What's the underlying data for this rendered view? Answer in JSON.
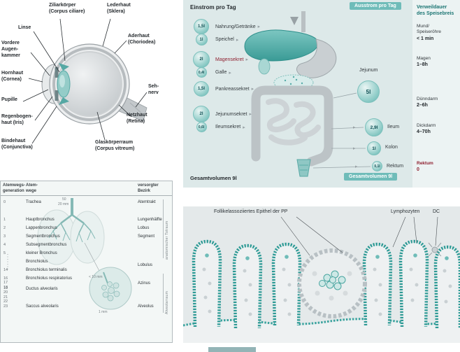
{
  "icons": {
    "arrow_right": "▸"
  },
  "eye": {
    "labels": {
      "linse": "Linse",
      "ziliarkoerper": "Ziliarkörper\n(Corpus ciliare)",
      "lederhaut": "Lederhaut\n(Sklera)",
      "aderhaut": "Aderhaut\n(Choriodea)",
      "vordere_augenkammer": "Vordere\nAugen-\nkammer",
      "hornhaut": "Hornhaut\n(Cornea)",
      "pupille": "Pupille",
      "sehnerv": "Seh-\nnerv",
      "regenbogenhaut": "Regenbogen-\nhaut (Iris)",
      "netzhaut": "Netzhaut\n(Retina)",
      "bindehaut": "Bindehaut\n(Conjunctiva)",
      "glaskoerperraum": "Glaskörperraum\n(Corpus vitreum)"
    }
  },
  "digestion": {
    "einstrom_header": "Einstrom pro Tag",
    "ausstrom_header": "Ausstrom pro Tag",
    "verweildauer_header": "Verweildauer\ndes Speisebreis",
    "inflow": [
      {
        "value": "1,5l",
        "label": "Nahrung/Getränke"
      },
      {
        "value": "1l",
        "label": "Speichel"
      },
      {
        "value": "2l",
        "label": "Magensekret"
      },
      {
        "value": "0,4l",
        "label": "Galle"
      },
      {
        "value": "1,5l",
        "label": "Pankreassekret"
      },
      {
        "value": "2l",
        "label": "Jejunumsekret"
      },
      {
        "value": "0,6l",
        "label": "Ileumsekret"
      }
    ],
    "gesamt_left": "Gesamtvolumen 9l",
    "outflow": [
      {
        "label": "Jejunum",
        "value": "5l"
      },
      {
        "label": "Ileum",
        "value": "2,9l"
      },
      {
        "label": "Kolon",
        "value": "1l"
      },
      {
        "label": "Rektum",
        "value": "0,1l"
      }
    ],
    "gesamt_right": "Gesamtvolumen 9l",
    "residence": [
      {
        "organ": "Mund/\nSpeiseröhre",
        "time": "< 1 min"
      },
      {
        "organ": "Magen",
        "time": "1–8h"
      },
      {
        "organ": "Dünndarm",
        "time": "2–6h"
      },
      {
        "organ": "Dickdarm",
        "time": "4–70h"
      },
      {
        "organ": "Rektum",
        "time": "0"
      }
    ]
  },
  "airways": {
    "col_generation": "Atemwegs-\ngeneration",
    "col_atemwege": "Atem-\nwege",
    "col_bezirk": "versorgter\nBezirk",
    "rows": [
      {
        "gen": "0",
        "name": "Trachea",
        "region": "Atemtrakt"
      },
      {
        "gen": "1",
        "name": "Hauptbronchus",
        "region": "Lungenhälfte"
      },
      {
        "gen": "2",
        "name": "Lappenbronchus",
        "region": "Lobus"
      },
      {
        "gen": "3",
        "name": "Segmentbronchus",
        "region": "Segment"
      },
      {
        "gen": "4",
        "name": "Subsegmentbronchus",
        "region": ""
      },
      {
        "gen": "5",
        "name": "kleiner Bronchus",
        "region": ""
      },
      {
        "gen": "",
        "name": "Bronchiolus",
        "region": "Lobulus"
      },
      {
        "gen": "14",
        "name": "Bronchiolus terminalis",
        "region": ""
      },
      {
        "gen": "16\n17\n18",
        "name": "Bronchiolus respiratorius",
        "region": "Azinus"
      },
      {
        "gen": "19\n20\n21\n22",
        "name": "Ductus alveolaris",
        "region": ""
      },
      {
        "gen": "23",
        "name": "Saccus alveolaris",
        "region": "Alveolus"
      }
    ],
    "scale_trachea_length": "50",
    "scale_trachea_width": "20 mm",
    "scale_acinus": "< 10 mm",
    "scale_alveolus": "1 mm",
    "zone_conducting": "anatomischer Totraum",
    "zone_alveolar": "Alveolarraum"
  },
  "villi": {
    "label_fae": "Follikelassoziiertes Epithel der PP",
    "label_lymphozyten": "Lymphozyten",
    "label_dc": "DC"
  }
}
